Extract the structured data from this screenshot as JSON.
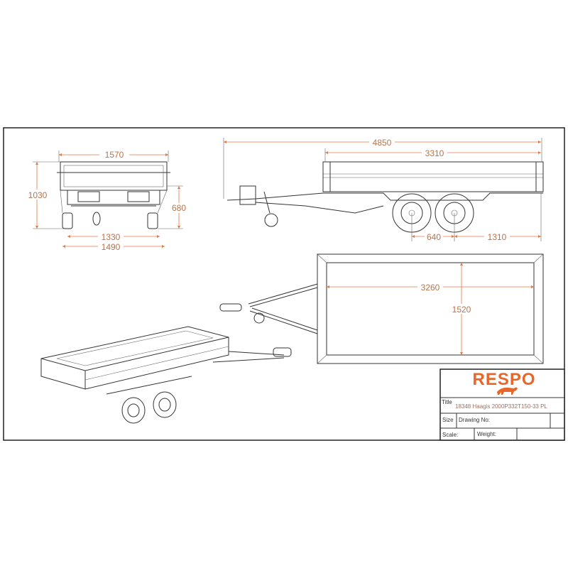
{
  "colors": {
    "dimension": "#e07a45",
    "brand": "#e8662a",
    "line": "#333333"
  },
  "front_view": {
    "width_top": "1570",
    "height_total": "1030",
    "height_deck": "680",
    "track_inner": "1330",
    "track_outer": "1490"
  },
  "side_view": {
    "length_total": "4850",
    "length_body": "3310",
    "axle_spacing": "640",
    "rear_overhang": "1310"
  },
  "top_view": {
    "inner_length": "3260",
    "inner_width": "1520"
  },
  "title_block": {
    "brand": "RESPO",
    "title_label": "Title",
    "title_value": "18348 Haagis 2000P332T150-33 PL",
    "size_label": "Size",
    "drawing_no_label": "Drawing No:",
    "scale_label": "Scale:",
    "weight_label": "Weight:"
  }
}
